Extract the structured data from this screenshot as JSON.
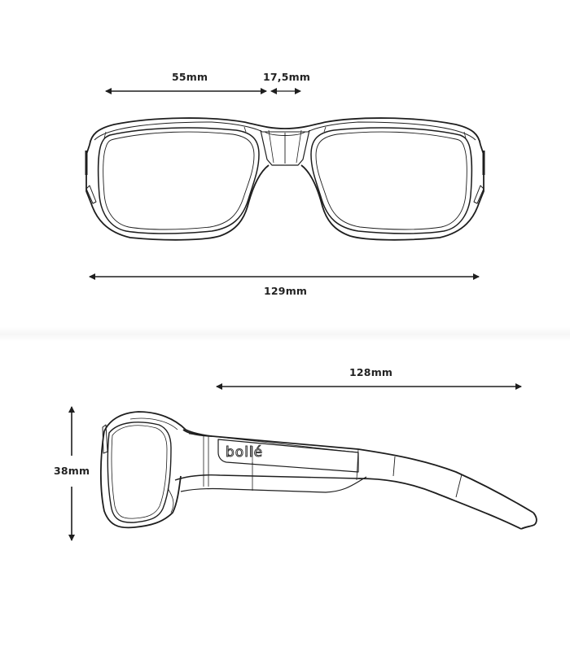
{
  "diagram": {
    "brand_logo_text": "bollé",
    "line_color": "#1e1e1e",
    "background_color": "#ffffff",
    "front_view": {
      "lens_width": "55mm",
      "bridge_width": "17,5mm",
      "total_width": "129mm"
    },
    "side_view": {
      "temple_length": "128mm",
      "lens_height": "38mm"
    }
  }
}
